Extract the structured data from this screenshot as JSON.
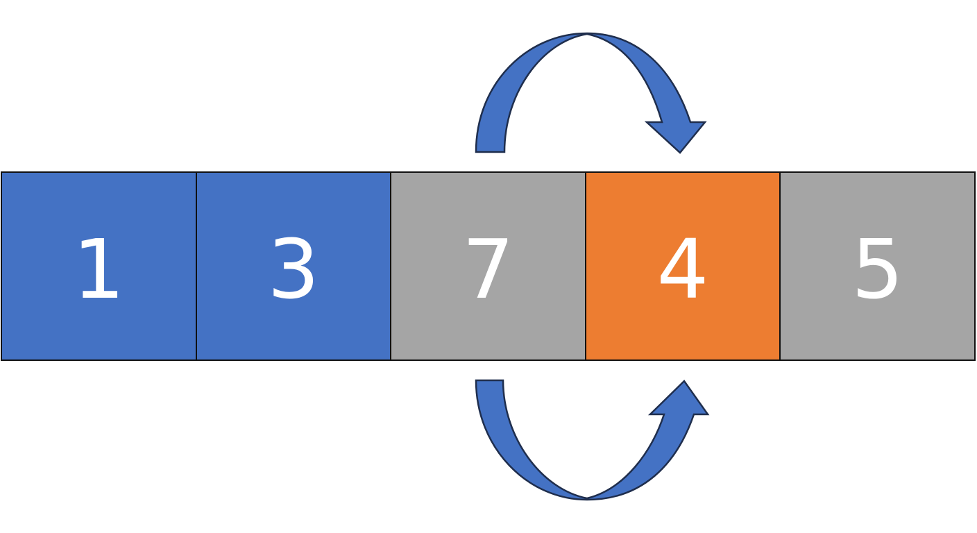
{
  "colors": {
    "sorted": "#4472C4",
    "unsorted": "#A5A5A5",
    "current": "#ED7D31",
    "arrow_fill": "#4472C4",
    "arrow_stroke": "#1F2E4D",
    "text": "#FFFFFF"
  },
  "array": {
    "cells": [
      {
        "value": "1",
        "state": "sorted"
      },
      {
        "value": "3",
        "state": "sorted"
      },
      {
        "value": "7",
        "state": "unsorted"
      },
      {
        "value": "4",
        "state": "current"
      },
      {
        "value": "5",
        "state": "unsorted"
      }
    ]
  },
  "arrows": [
    {
      "name": "swap-arrow-top",
      "from_index": 2,
      "to_index": 3,
      "side": "top",
      "icon": "curved-arrow-icon"
    },
    {
      "name": "swap-arrow-bottom",
      "from_index": 2,
      "to_index": 3,
      "side": "bottom",
      "icon": "curved-arrow-icon"
    }
  ]
}
